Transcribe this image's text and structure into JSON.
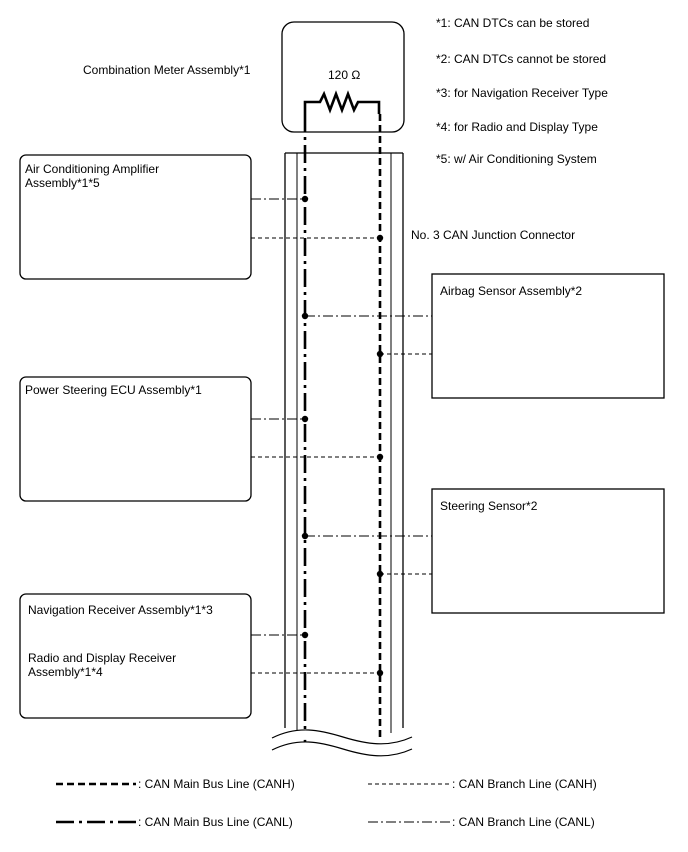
{
  "notes": [
    "*1: CAN DTCs can be stored",
    "*2: CAN DTCs cannot be stored",
    "*3: for Navigation Receiver Type",
    "*4: for Radio and Display Type",
    "*5: w/ Air Conditioning System"
  ],
  "meter": {
    "label": "Combination Meter Assembly*1",
    "resistor": "120 Ω"
  },
  "junction_label": "No. 3 CAN Junction Connector",
  "left_ecus": [
    {
      "label": "Air Conditioning Amplifier\nAssembly*1*5"
    },
    {
      "label": "Power Steering ECU Assembly*1"
    },
    {
      "label": "Navigation Receiver Assembly*1*3",
      "label2": "Radio and Display Receiver\nAssembly*1*4"
    }
  ],
  "right_ecus": [
    {
      "label": "Airbag Sensor Assembly*2"
    },
    {
      "label": "Steering Sensor*2"
    }
  ],
  "legend": {
    "main_canh": ": CAN Main Bus Line (CANH)",
    "main_canl": ": CAN Main Bus Line (CANL)",
    "branch_canh": ": CAN Branch Line (CANH)",
    "branch_canl": ": CAN Branch Line (CANL)"
  }
}
